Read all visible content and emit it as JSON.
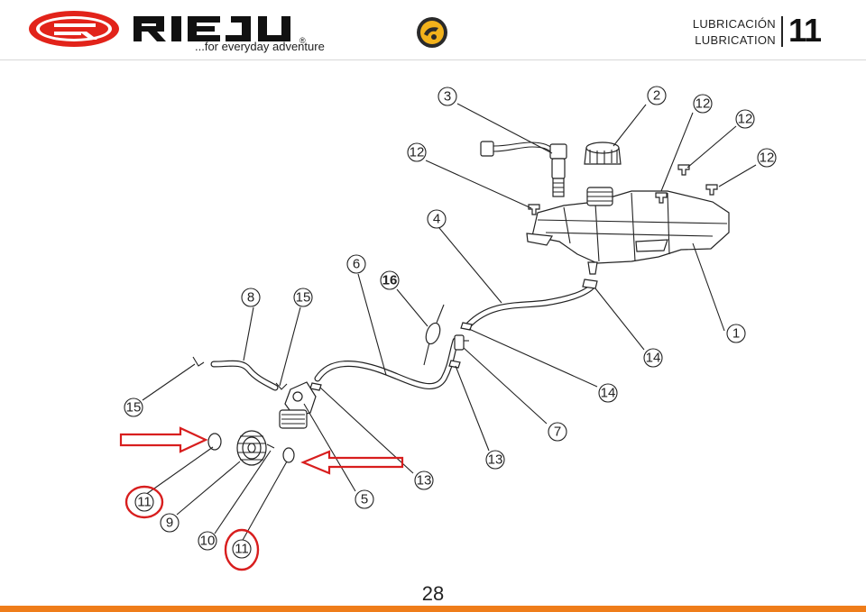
{
  "header": {
    "brand_name": "RIEJU",
    "tagline": "...for everyday adventure",
    "section_title_es": "LUBRICACIÓN",
    "section_title_en": "LUBRICATION",
    "section_number": "11",
    "emblem_icon": "rider-badge-icon"
  },
  "diagram": {
    "callouts": [
      "1",
      "2",
      "3",
      "4",
      "5",
      "6",
      "7",
      "8",
      "9",
      "10",
      "11",
      "11",
      "12",
      "12",
      "12",
      "12",
      "13",
      "13",
      "14",
      "14",
      "15",
      "15",
      "16"
    ],
    "highlighted_part": "11"
  },
  "footer": {
    "page_number": "28"
  },
  "colors": {
    "brand_red": "#e2231a",
    "annotation_red": "#d81e1e",
    "footer_orange": "#ef7d1a",
    "line": "#222222"
  }
}
